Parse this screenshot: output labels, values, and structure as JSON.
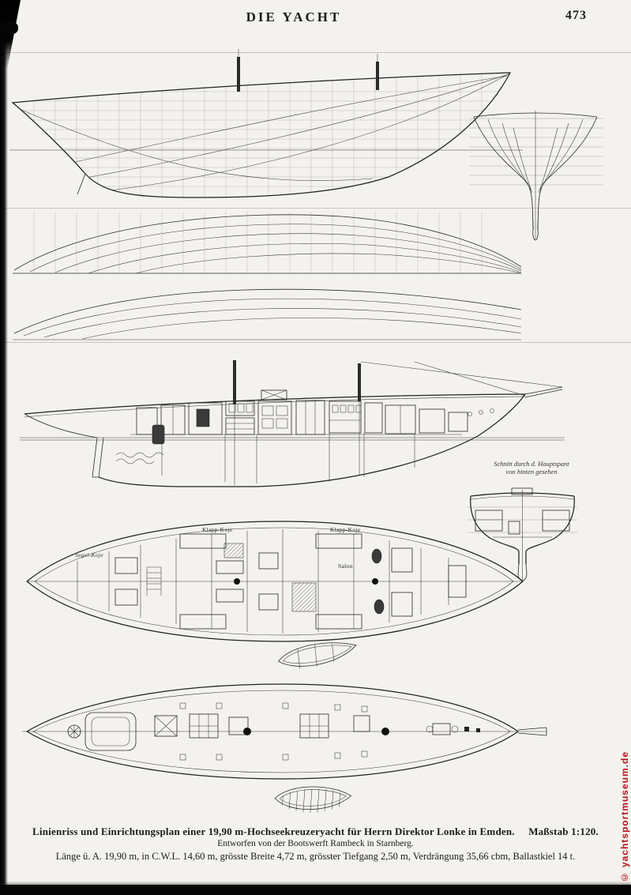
{
  "page": {
    "title": "DIE YACHT",
    "page_number": "473",
    "watermark": "© yachtsportmuseum.de"
  },
  "caption": {
    "line1": "Linienriss und Einrichtungsplan einer 19,90 m-Hochseekreuzeryacht für Herrn Direktor Lonke in Emden.",
    "scale": "Maßstab 1:120.",
    "line2": "Entworfen von der Bootswerft Rambeck in Starnberg.",
    "line3": "Länge ü. A. 19,90 m, in C.W.L. 14,60 m, grösste Breite 4,72 m, grösster Tiefgang 2,50 m, Verdrängung 35,66 cbm, Ballastkiel 14 t."
  },
  "annotations": {
    "section_note_line1": "Schnitt durch d. Hauptspant",
    "section_note_line2": "von hinten gesehen",
    "plan_labels": [
      "Klapp-Koje",
      "Klapp-Koje",
      "Salon",
      "Segel-Koje"
    ]
  }
}
